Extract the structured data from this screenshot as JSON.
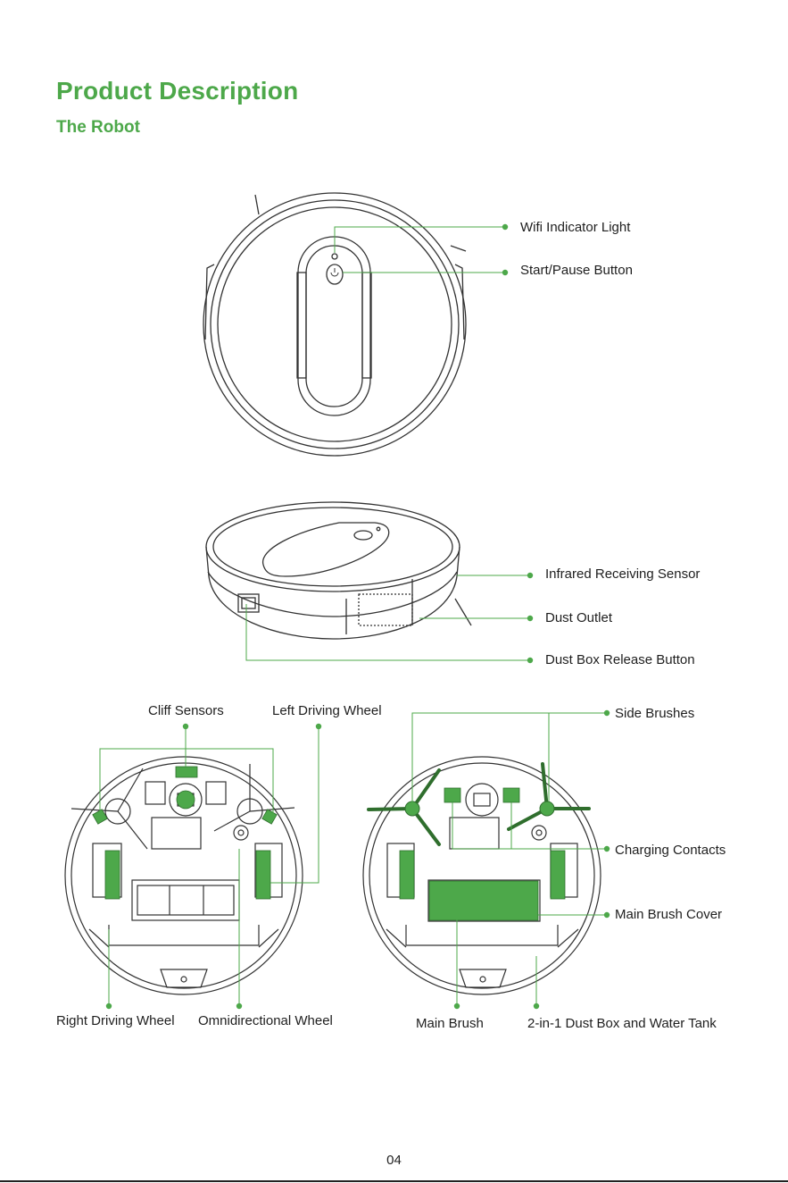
{
  "heading": "Product Description",
  "subheading": "The Robot",
  "labels": {
    "wifi": "Wifi Indicator Light",
    "start": "Start/Pause Button",
    "infrared": "Infrared Receiving Sensor",
    "dust_outlet": "Dust Outlet",
    "dust_box_release": "Dust Box Release Button",
    "cliff": "Cliff Sensors",
    "left_wheel": "Left Driving Wheel",
    "side_brushes": "Side Brushes",
    "charging": "Charging Contacts",
    "main_brush_cover": "Main Brush Cover",
    "right_wheel": "Right Driving Wheel",
    "omni": "Omnidirectional Wheel",
    "main_brush": "Main Brush",
    "dust_tank": "2-in-1 Dust Box and Water Tank"
  },
  "page_number": "04",
  "colors": {
    "accent": "#4da84a",
    "line": "#333333",
    "leader": "#4da84a"
  }
}
